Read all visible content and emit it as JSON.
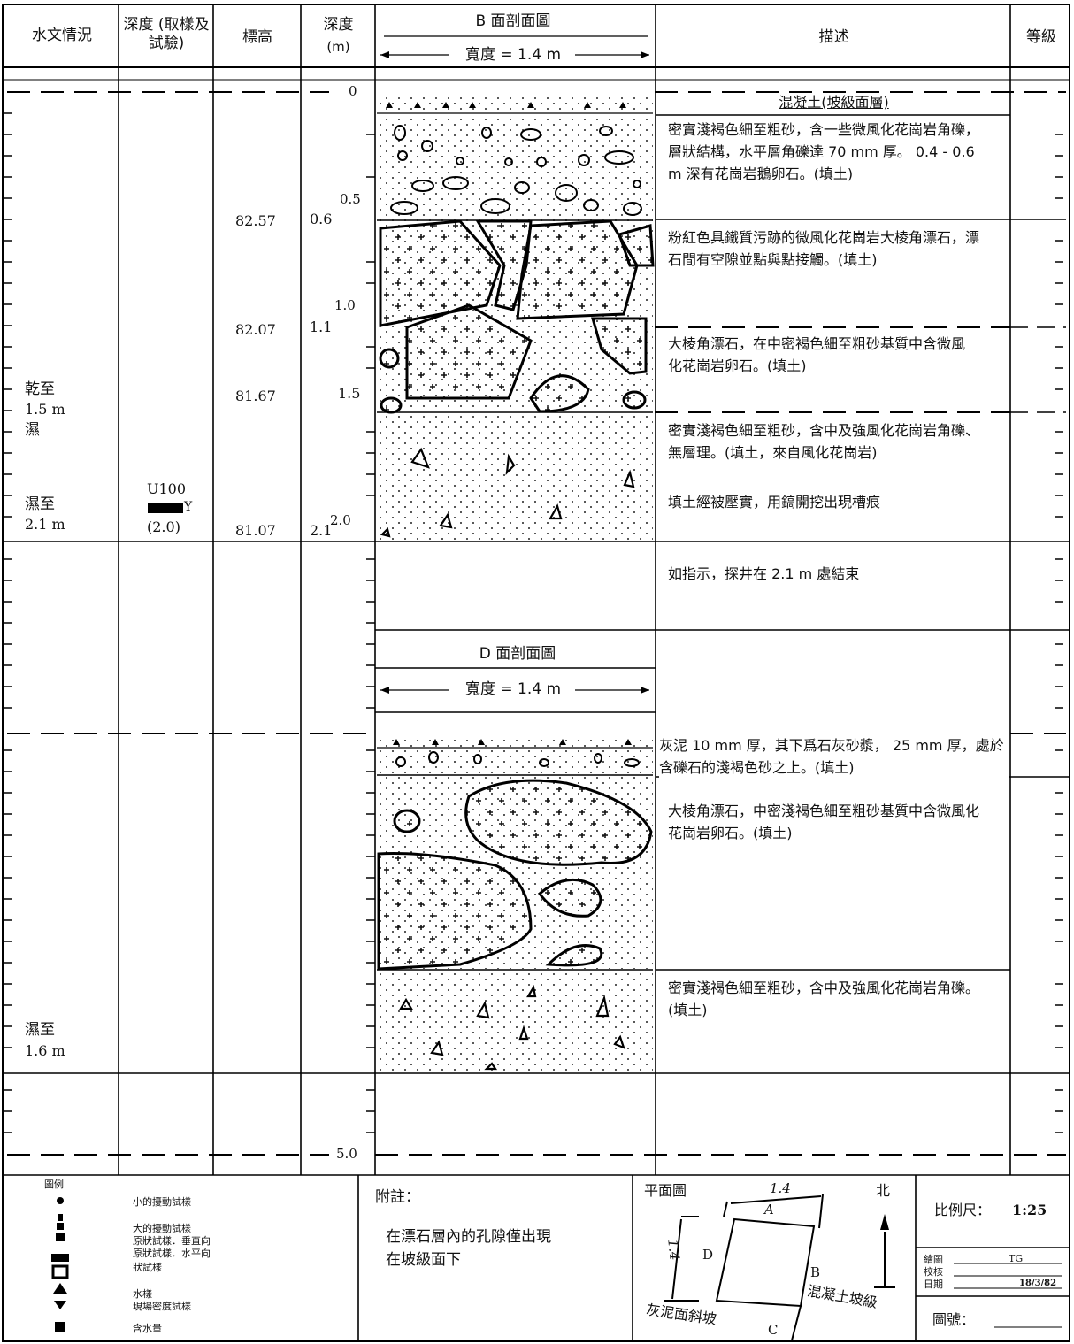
{
  "header": {
    "col_water": "水文情況",
    "col_depth_sample": "深度 (取樣及試驗)",
    "col_elevation": "標高",
    "col_depth": "深度",
    "col_depth_unit": "(m)",
    "col_section_title": "B 面剖面圖",
    "col_section_width": "寬度 = 1.4 m",
    "col_description": "描述",
    "col_grade": "等級"
  },
  "water": {
    "dry_1": "乾至",
    "dry_2": "1.5 m",
    "dry_3": "濕",
    "wet_a_1": "濕至",
    "wet_a_2": "2.1 m",
    "wet_b_1": "濕至",
    "wet_b_2": "1.6 m"
  },
  "sample": {
    "label": "U100",
    "symbol": "Y",
    "depth": "(2.0)"
  },
  "elevations": [
    "82.57",
    "82.07",
    "81.67",
    "81.07"
  ],
  "depth_marks": [
    "0.6",
    "1.1",
    "1.5",
    "2.1"
  ],
  "depth_scale": [
    "0",
    "0.5",
    "1.0",
    "1.5",
    "2.0",
    "5.0"
  ],
  "section_d": {
    "title": "D 面剖面圖",
    "width": "寬度 = 1.4 m"
  },
  "descriptions": {
    "d0": "混凝土(坡級面層)",
    "d1": "密實淺褐色細至粗砂，含一些微風化花崗岩角礫，層狀結構，水平層角礫達 70 mm 厚。 0.4 - 0.6 m 深有花崗岩鵝卵石。(填土)",
    "d2": "粉紅色具鐵質污跡的微風化花崗岩大棱角漂石，漂石間有空隙並點與點接觸。(填土)",
    "d3": "大棱角漂石，在中密褐色細至粗砂基質中含微風化花崗岩卵石。(填土)",
    "d4": "密實淺褐色細至粗砂，含中及強風化花崗岩角礫、無層理。(填土，來自風化花崗岩)",
    "d4b": "填土經被壓實，用鎬開挖出現槽痕",
    "d5": "如指示，探井在 2.1 m 處結束",
    "d6": "灰泥 10 mm 厚，其下爲石灰砂漿， 25 mm 厚，處於含礫石的淺褐色砂之上。(填土)",
    "d7": "大棱角漂石，中密淺褐色細至粗砂基質中含微風化花崗岩卵石。(填土)",
    "d8": "密實淺褐色細至粗砂，含中及強風化花崗岩角礫。(填土)"
  },
  "legend": {
    "title": "圖例",
    "items": [
      "小的擾動試樣",
      "大的擾動試樣",
      "原狀試樣．垂直向",
      "原狀試樣．水平向",
      "狀試樣",
      "水樣",
      "現場密度試樣",
      "含水量"
    ]
  },
  "notes": {
    "title": "附註：",
    "text_1": "在漂石層內的孔隙僅出現",
    "text_2": "在坡級面下"
  },
  "plan": {
    "title": "平面圖",
    "dim_top": "1.4",
    "dim_side": "1.4",
    "face_a": "A",
    "face_b": "B",
    "face_c": "C",
    "face_d": "D",
    "north": "北",
    "label_concrete": "混凝土坡級",
    "label_slope": "灰泥面斜坡"
  },
  "titleblock": {
    "scale_label": "比例尺：",
    "scale_value": "1:25",
    "drawn_label": "繪圖",
    "drawn_value": "TG",
    "checked_label": "校核",
    "date_label": "日期",
    "date_value": "18/3/82",
    "drawing_no_label": "圖號："
  }
}
